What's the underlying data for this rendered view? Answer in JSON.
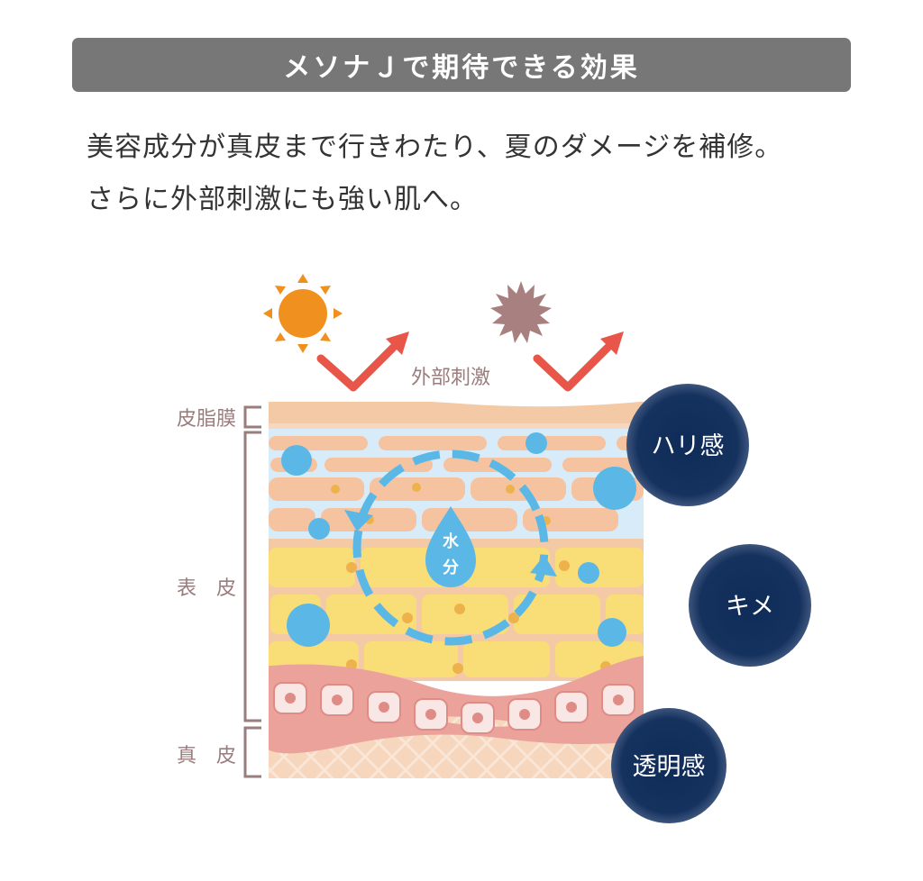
{
  "header": {
    "title": "メソナＪで期待できる効果"
  },
  "description": {
    "line1": "美容成分が真皮まで行きわたり、夏のダメージを補修。",
    "line2": "さらに外部刺激にも強い肌へ。"
  },
  "diagram": {
    "external_label": "外部刺激",
    "layers": {
      "sebum": "皮脂膜",
      "epidermis": "表　皮",
      "dermis": "真　皮"
    },
    "water_drop": {
      "line1": "水",
      "line2": "分"
    },
    "badges": {
      "firmness": "ハリ感",
      "texture": "キメ",
      "clarity": "透明感"
    },
    "icons": [
      "sun-icon",
      "dust-particle-icon",
      "deflect-arrow-icon"
    ],
    "colors": {
      "header_bg": "#777777",
      "sun": "#F0901E",
      "dust": "#A88080",
      "arrow": "#E8564A",
      "water": "#5BB8E6",
      "badge": "#14315E",
      "label": "#9A7D7D"
    }
  }
}
